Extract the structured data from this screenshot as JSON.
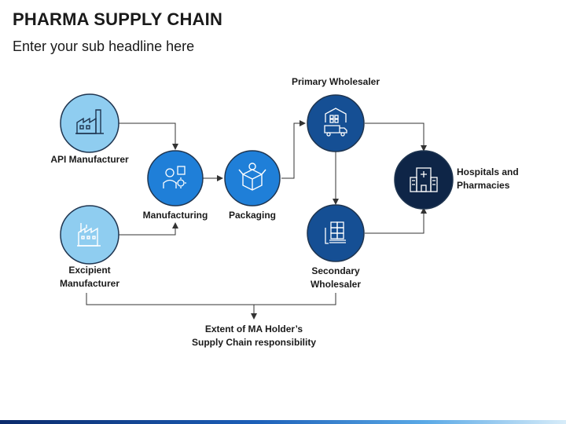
{
  "header": {
    "title": "PHARMA SUPPLY CHAIN",
    "subtitle": "Enter your sub headline here"
  },
  "nodes": {
    "api_manufacturer": {
      "label": "API Manufacturer",
      "icon": "factory-icon",
      "color": "#8fcdf0"
    },
    "excipient_manufacturer": {
      "label_line1": "Excipient",
      "label_line2": "Manufacturer",
      "icon": "factory-icon",
      "color": "#8fcdf0"
    },
    "manufacturing": {
      "label": "Manufacturing",
      "icon": "worker-gear-icon",
      "color": "#1f7fd8"
    },
    "packaging": {
      "label": "Packaging",
      "icon": "box-icon",
      "color": "#1f7fd8"
    },
    "primary_wholesaler": {
      "label": "Primary Wholesaler",
      "icon": "warehouse-truck-icon",
      "color": "#154f94"
    },
    "secondary_wholesaler": {
      "label_line1": "Secondary",
      "label_line2": "Wholesaler",
      "icon": "pallet-boxes-icon",
      "color": "#154f94"
    },
    "hospitals": {
      "label_line1": "Hospitals and",
      "label_line2": "Pharmacies",
      "icon": "hospital-icon",
      "color": "#0e2547"
    }
  },
  "footnote": {
    "line1": "Extent of MA Holder’s",
    "line2": "Supply Chain responsibility"
  }
}
